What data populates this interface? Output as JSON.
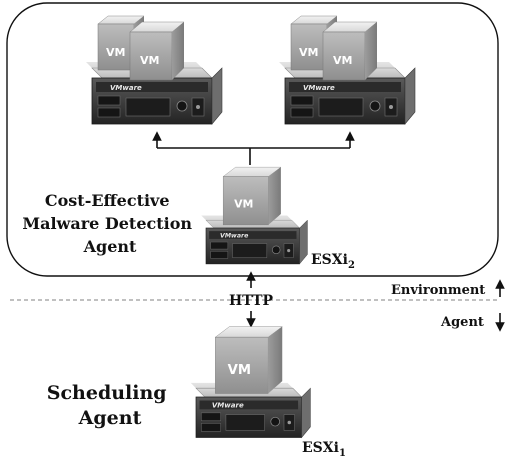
{
  "labels": {
    "env_agent_line1": "Cost-Effective",
    "env_agent_line2": "Malware Detection",
    "env_agent_line3": "Agent",
    "esxi2_base": "ESXi",
    "esxi2_sub": "2",
    "esxi1_base": "ESXi",
    "esxi1_sub": "1",
    "protocol": "HTTP",
    "environment": "Environment",
    "agent": "Agent",
    "sched_line1": "Scheduling",
    "sched_line2": "Agent"
  },
  "server": {
    "brand": "VMware",
    "vm_label": "VM"
  },
  "icons": {
    "up_arrow": "arrow-up-icon",
    "down_arrow": "arrow-down-icon"
  },
  "colors": {
    "line": "#111111",
    "dashed_divider": "#9a9a9a",
    "server_front": "#3a3a3a",
    "vm_box": "#a8a8a8"
  }
}
